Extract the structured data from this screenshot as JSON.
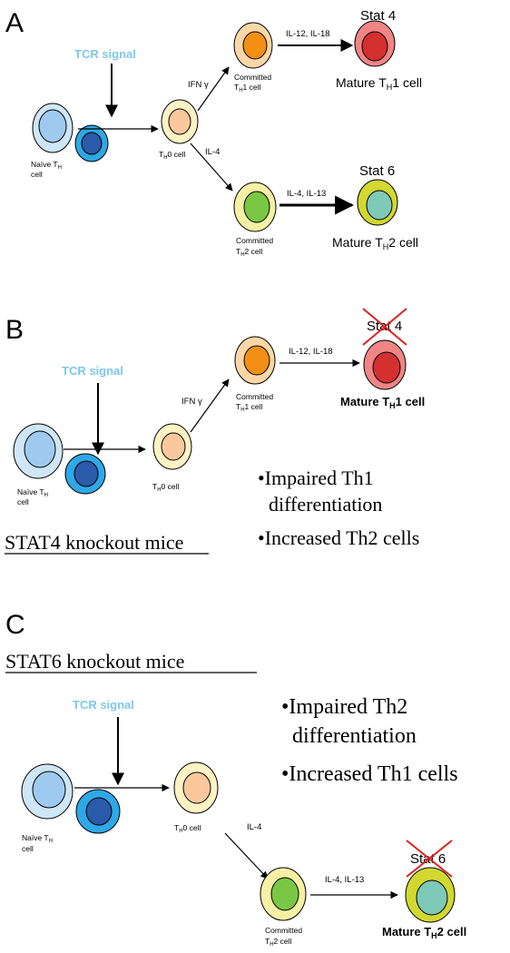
{
  "panels": {
    "A": {
      "letter": "A",
      "tcr_signal": "TCR signal",
      "naive_label": "Naïve T",
      "naive_sub": "H",
      "naive_cell": "cell",
      "th0_label": "T",
      "th0_sub": "H",
      "th0_rest": "0 cell",
      "ifn": "IFN γ",
      "il4": "IL-4",
      "committed1_line1": "Committed",
      "committed1_sub": "H",
      "committed1_rest": "1 cell",
      "committed2_line1": "Committed",
      "committed2_sub": "H",
      "committed2_rest": "2 cell",
      "cytokine1": "IL-12, IL-18",
      "cytokine2": "IL-4, IL-13",
      "stat4": "Stat 4",
      "stat6": "Stat 6",
      "mature1_pre": "Mature T",
      "mature1_sub": "H",
      "mature1_post": "1 cell",
      "mature2_pre": "Mature T",
      "mature2_sub": "H",
      "mature2_post": "2 cell"
    },
    "B": {
      "letter": "B",
      "tcr_signal": "TCR signal",
      "naive_label": "Naïve T",
      "naive_sub": "H",
      "naive_cell": "cell",
      "th0_label": "T",
      "th0_sub": "H",
      "th0_rest": "0 cell",
      "ifn": "IFN γ",
      "committed1_line1": "Committed",
      "committed1_sub": "H",
      "committed1_rest": "1 cell",
      "cytokine1": "IL-12, IL-18",
      "stat4": "Stat 4",
      "mature1_pre": "Mature T",
      "mature1_sub": "H",
      "mature1_post": "1 cell",
      "knockout": "STAT4 knockout mice",
      "bullet1_line1": "•Impaired Th1",
      "bullet1_line2": "differentiation",
      "bullet2": "•Increased Th2 cells"
    },
    "C": {
      "letter": "C",
      "knockout": "STAT6 knockout mice",
      "tcr_signal": "TCR signal",
      "naive_label": "Naïve T",
      "naive_sub": "H",
      "naive_cell": "cell",
      "th0_label": "T",
      "th0_sub": "H",
      "th0_rest": "0 cell",
      "il4": "IL-4",
      "committed2_line1": "Committed",
      "committed2_sub": "H",
      "committed2_rest": "2 cell",
      "cytokine2": "IL-4, IL-13",
      "stat6": "Stat 6",
      "mature2_pre": "Mature T",
      "mature2_sub": "H",
      "mature2_post": "2 cell",
      "bullet1_line1": "•Impaired Th2",
      "bullet1_line2": "differentiation",
      "bullet2": "•Increased Th1 cells"
    }
  },
  "colors": {
    "tcr_text": "#7ec8ec",
    "naive_outer": "#cfe6f7",
    "naive_inner": "#9fcaf0",
    "activated_outer": "#2ea8e6",
    "activated_inner": "#2a5bab",
    "th0_outer": "#fdf2c4",
    "th0_inner": "#fbc89e",
    "th1c_outer": "#fbd7a8",
    "th1c_inner": "#f28f14",
    "th1m_outer": "#f08585",
    "th1m_inner": "#d43030",
    "th2c_outer": "#f6f0a6",
    "th2c_inner": "#7ac743",
    "th2m_outer": "#d2d830",
    "th2m_inner": "#7ec9b8",
    "cross": "#e02020"
  }
}
